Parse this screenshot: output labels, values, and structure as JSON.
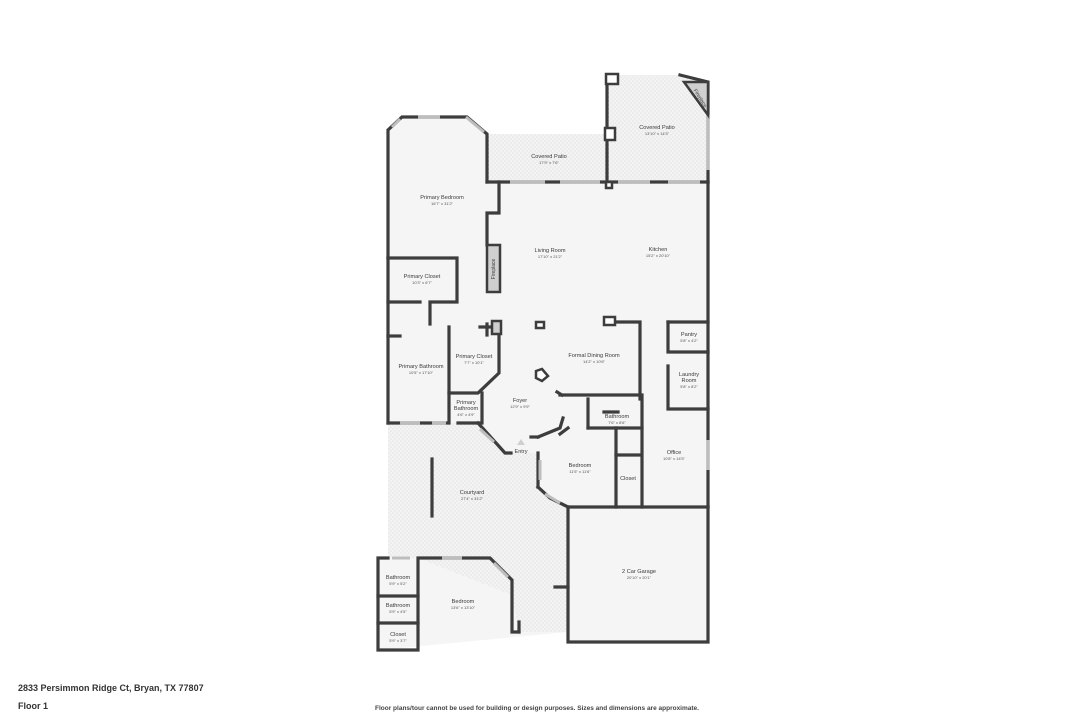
{
  "listing": {
    "address": "2833 Persimmon Ridge Ct, Bryan, TX 77807",
    "floor_label": "Floor 1",
    "disclaimer": "Floor plans/tour cannot be used for building or design purposes. Sizes and dimensions are approximate."
  },
  "rooms": {
    "covered_patio_right": {
      "name": "Covered Patio",
      "dim": "13'10\" x 14'3\""
    },
    "covered_patio_left": {
      "name": "Covered Patio",
      "dim": "17'9\" x 7'6\""
    },
    "primary_bedroom": {
      "name": "Primary Bedroom",
      "dim": "16'7\" x 31'2\""
    },
    "living_room": {
      "name": "Living Room",
      "dim": "17'10\" x 21'2\""
    },
    "kitchen": {
      "name": "Kitchen",
      "dim": "15'2\" x 20'10\""
    },
    "primary_closet_upper": {
      "name": "Primary Closet",
      "dim": "10'3\" x 6'7\""
    },
    "primary_closet_lower": {
      "name": "Primary Closet",
      "dim": "7'7\" x 10'1\""
    },
    "pantry": {
      "name": "Pantry",
      "dim": "5'8\" x 4'2\""
    },
    "formal_dining": {
      "name": "Formal Dining Room",
      "dim": "14'2\" x 10'6\""
    },
    "primary_bathroom_large": {
      "name": "Primary Bathroom",
      "dim": "10'5\" x 17'10\""
    },
    "laundry_room": {
      "name_line1": "Laundry",
      "name_line2": "Room",
      "dim": "5'8\" x 8'2\""
    },
    "primary_bathroom_small": {
      "name_line1": "Primary",
      "name_line2": "Bathroom",
      "dim": "4'6\" x 4'9\""
    },
    "foyer": {
      "name": "Foyer",
      "dim": "12'9\" x 9'9\""
    },
    "bathroom_mid": {
      "name": "Bathroom",
      "dim": "7'6\" x 8'6\""
    },
    "entry": {
      "name": "Entry"
    },
    "office": {
      "name": "Office",
      "dim": "10'8\" x 14'5\""
    },
    "bedroom_mid": {
      "name": "Bedroom",
      "dim": "11'5\" x 11'6\""
    },
    "closet_mid": {
      "name": "Closet"
    },
    "courtyard": {
      "name": "Courtyard",
      "dim": "27'4\" x 31'2\""
    },
    "garage": {
      "name": "2 Car Garage",
      "dim": "20'10\" x 20'1\""
    },
    "bathroom_lower_1": {
      "name": "Bathroom",
      "dim": "5'9\" x 5'2\""
    },
    "bathroom_lower_2": {
      "name": "Bathroom",
      "dim": "5'9\" x 4'5\""
    },
    "bedroom_lower": {
      "name": "Bedroom",
      "dim": "13'6\" x 13'10\""
    },
    "closet_lower": {
      "name": "Closet",
      "dim": "5'9\" x 3'7\""
    }
  },
  "fixtures": {
    "fireplace_patio": "Fireplace",
    "fireplace_living": "Fireplace"
  }
}
